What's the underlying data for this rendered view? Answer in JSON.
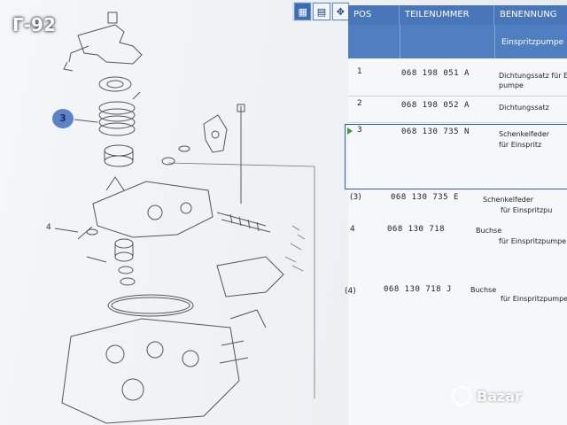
{
  "overlay": {
    "label": "Г-92"
  },
  "diagram": {
    "callouts": {
      "three": "3",
      "four": "4"
    }
  },
  "toolbar": {
    "buttons": [
      {
        "icon": "diagram-list-icon"
      },
      {
        "icon": "book-icon"
      },
      {
        "icon": "move-arrows-icon"
      }
    ]
  },
  "table": {
    "headers": {
      "pos": "POS",
      "teilenummer": "TEILENUMMER",
      "benennung": "BENENNUNG"
    },
    "top_text": "Einspritzpumpe",
    "rows": [
      {
        "pos": "1",
        "teilenummer": "068 198 051 A",
        "benennung_1": "Dichtungssatz für E",
        "benennung_2": "pumpe"
      },
      {
        "pos": "2",
        "teilenummer": "068 198 052 A",
        "benennung_1": "Dichtungssatz",
        "benennung_2": ""
      },
      {
        "pos": "3",
        "teilenummer": "068 130 735 N",
        "benennung_1": "Schenkelfeder",
        "benennung_2": "für Einspritz"
      },
      {
        "pos": "(3)",
        "teilenummer": "068 130 735 E",
        "benennung_1": "Schenkelfeder",
        "benennung_2": "für Einspritzpu"
      },
      {
        "pos": "4",
        "teilenummer": "068 130 718",
        "benennung_1": "Buchse",
        "benennung_2": "für Einspritzpumpe"
      },
      {
        "pos": "(4)",
        "teilenummer": "068 130 718 J",
        "benennung_1": "Buchse",
        "benennung_2": "für Einspritzpumpe"
      }
    ]
  },
  "watermark": {
    "text": "Bazar"
  },
  "colors": {
    "header": "#4876b8",
    "selection": "#2e5fa8",
    "callout": "#5b84c6"
  }
}
